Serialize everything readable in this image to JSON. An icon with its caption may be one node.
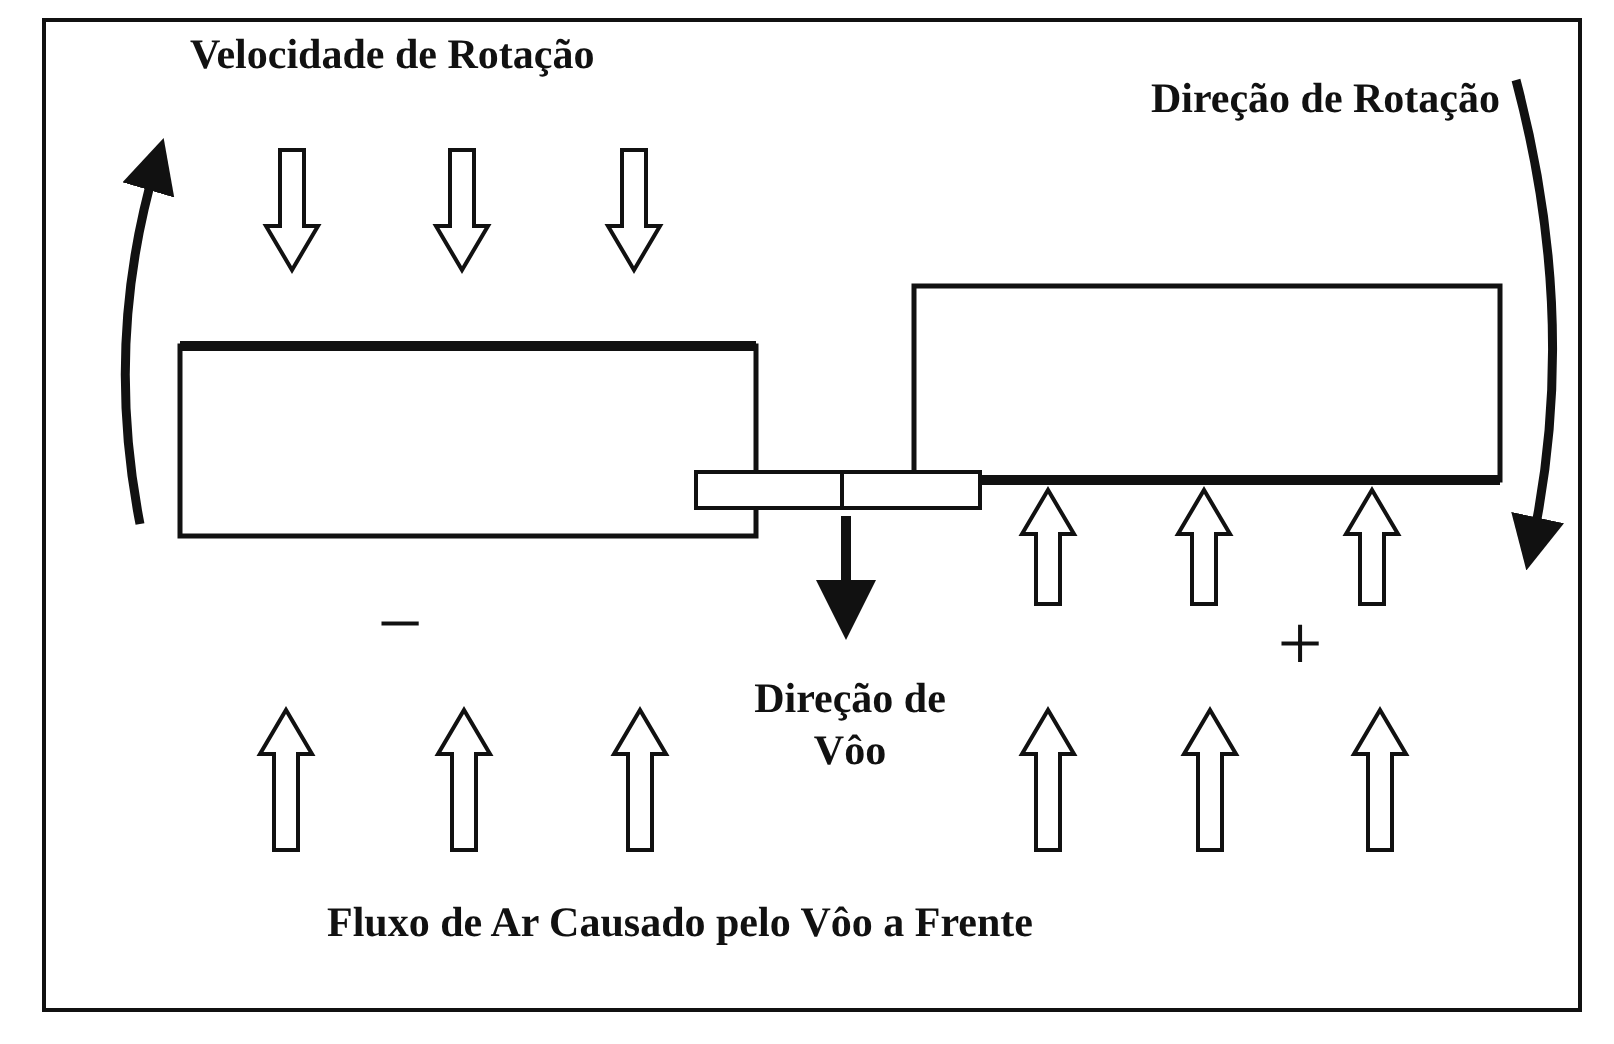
{
  "diagram": {
    "labels": [
      "Velocidade de Rotação",
      "Direção de Rotação",
      "−",
      "+",
      "Direção de Vôo",
      "Fluxo de Ar Causado pelo Vôo a Frente"
    ]
  }
}
